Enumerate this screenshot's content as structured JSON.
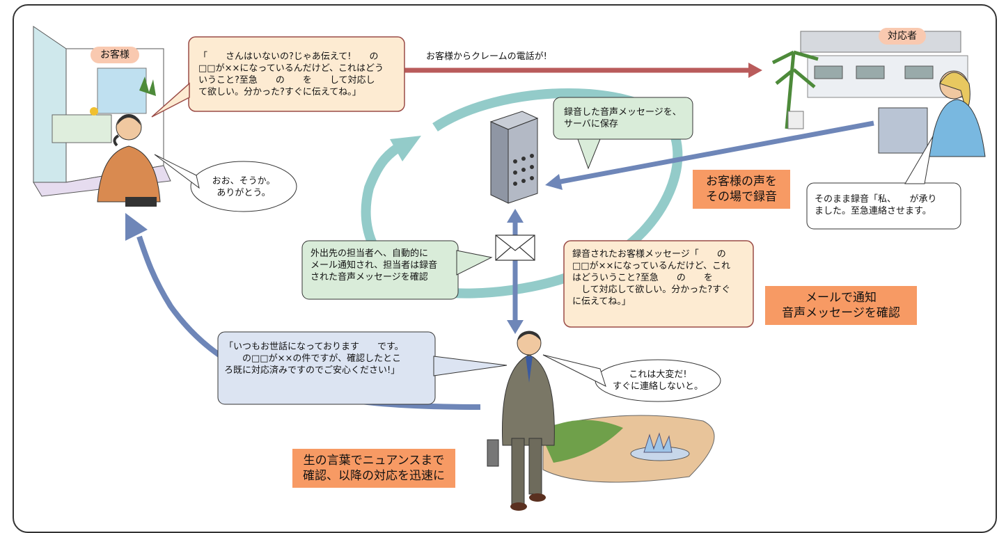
{
  "labels": {
    "customer": "お客様",
    "responder": "対応者",
    "claim_call": "お客様からクレームの電話が!"
  },
  "bubbles": {
    "customer_request": "「　　さんはいないの?じゃあ伝えて!　　の\n□□が××になっているんだけど、これはどう\nいうこと?至急　　の　　を　　して対応し\nて欲しい。分かった?すぐに伝えてね。」",
    "customer_thanks": "おお、そうか。\nありがとう。",
    "server_save": "録音した音声メッセージを、\nサーバに保存",
    "responder_record": "そのまま録音「私、　　が承り\nました。至急連絡させます。",
    "mail_notify": "外出先の担当者へ、自動的に\nメール通知され、担当者は録音\nされた音声メッセージを確認",
    "recorded_message": "録音されたお客様メッセージ「　　の\n□□が××になっているんだけど、これ\nはどういうこと?至急　　の　　を\n　して対応して欲しい。分かった?すぐ\nに伝えてね。」",
    "staff_reply": "「いつもお世話になっております　　です。\n　　の□□が××の件ですが、確認したとこ\nろ既に対応済みですのでご安心ください!」",
    "staff_thought": "これは大変だ!\nすぐに連絡しないと。"
  },
  "tags": {
    "record_on_spot": "お客様の声を\nその場で録音",
    "mail_check": "メールで通知\n音声メッセージを確認",
    "nuance": "生の言葉でニュアンスまで\n確認、以降の対応を迅速に"
  },
  "colors": {
    "arrow_red": "#b95b5b",
    "arrow_blue": "#6e86b8",
    "loop_teal": "#93cbc9",
    "bubble_cream": "#fdebd2",
    "bubble_green": "#d9ecd9",
    "bubble_blue": "#dce4f2",
    "tag_orange": "#f79a64"
  }
}
